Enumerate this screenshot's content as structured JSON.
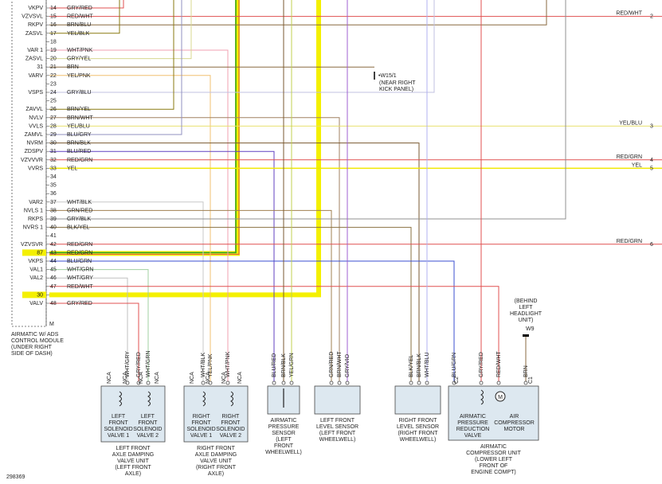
{
  "diagram_id": "298369",
  "module": {
    "caption": [
      "AIRMATIC W/ ADS",
      "CONTROL MODULE",
      "(UNDER RIGHT",
      "SIDE OF DASH)"
    ],
    "pins": [
      {
        "name": "VKPV",
        "num": "14",
        "wire": "GRY/RED"
      },
      {
        "name": "VZVSVL",
        "num": "15",
        "wire": "RED/WHT"
      },
      {
        "name": "RKPV",
        "num": "16",
        "wire": "BRN/BLU"
      },
      {
        "name": "ZASVL",
        "num": "17",
        "wire": "YEL/BLK"
      },
      {
        "name": "",
        "num": "18",
        "wire": ""
      },
      {
        "name": "VAR 1",
        "num": "19",
        "wire": "WHT/PNK"
      },
      {
        "name": "ZASVL",
        "num": "20",
        "wire": "GRY/YEL"
      },
      {
        "name": "31",
        "num": "21",
        "wire": "BRN"
      },
      {
        "name": "VARV",
        "num": "22",
        "wire": "YEL/PNK"
      },
      {
        "name": "",
        "num": "23",
        "wire": ""
      },
      {
        "name": "VSPS",
        "num": "24",
        "wire": "GRY/BLU"
      },
      {
        "name": "",
        "num": "25",
        "wire": ""
      },
      {
        "name": "ZAVVL",
        "num": "26",
        "wire": "BRN/YEL"
      },
      {
        "name": "NVLV",
        "num": "27",
        "wire": "BRN/WHT"
      },
      {
        "name": "VVLS",
        "num": "28",
        "wire": "YEL/BLU"
      },
      {
        "name": "ZAMVL",
        "num": "29",
        "wire": "BLU/GRY"
      },
      {
        "name": "NVRM",
        "num": "30",
        "wire": "BRN/BLK"
      },
      {
        "name": "ZDSPV",
        "num": "31",
        "wire": "BLU/RED"
      },
      {
        "name": "VZVVVR",
        "num": "32",
        "wire": "RED/GRN"
      },
      {
        "name": "VVRS",
        "num": "33",
        "wire": "YEL"
      },
      {
        "name": "",
        "num": "34",
        "wire": ""
      },
      {
        "name": "",
        "num": "35",
        "wire": ""
      },
      {
        "name": "",
        "num": "36",
        "wire": ""
      },
      {
        "name": "VAR2",
        "num": "37",
        "wire": "WHT/BLK"
      },
      {
        "name": "NVLS 1",
        "num": "38",
        "wire": "GRN/RED"
      },
      {
        "name": "RKPS",
        "num": "39",
        "wire": "GRY/BLK"
      },
      {
        "name": "NVRS 1",
        "num": "40",
        "wire": "BLK/YEL"
      },
      {
        "name": "",
        "num": "41",
        "wire": ""
      },
      {
        "name": "VZVSVR",
        "num": "42",
        "wire": "RED/GRN"
      },
      {
        "name": "87",
        "num": "43",
        "wire": "RED/GRN"
      },
      {
        "name": "VKPS",
        "num": "44",
        "wire": "BLU/GRN"
      },
      {
        "name": "VAL1",
        "num": "45",
        "wire": "WHT/GRN"
      },
      {
        "name": "VAL2",
        "num": "46",
        "wire": "WHT/GRY"
      },
      {
        "name": "",
        "num": "47",
        "wire": "RED/WHT"
      },
      {
        "name": "30",
        "num": "",
        "wire": ""
      },
      {
        "name": "VALV",
        "num": "48",
        "wire": "GRY/RED"
      }
    ],
    "connector_letter": "M"
  },
  "ground": {
    "id": "W15/1",
    "caption": [
      "(NEAR RIGHT",
      "KICK PANEL)"
    ]
  },
  "right_edge": [
    {
      "wire": "RED/WHT",
      "num": "2"
    },
    {
      "wire": "YEL/BLU",
      "num": "3"
    },
    {
      "wire": "RED/GRN",
      "num": "4"
    },
    {
      "wire": "YEL",
      "num": "5"
    },
    {
      "wire": "RED/GRN",
      "num": "6"
    }
  ],
  "headlight": {
    "caption": [
      "(BEHIND",
      "LEFT",
      "HEADLIGHT",
      "UNIT)"
    ],
    "id": "W9"
  },
  "components": [
    {
      "caption": [
        "LEFT FRONT",
        "AXLE DAMPING",
        "VALVE UNIT",
        "(LEFT FRONT",
        "AXLE)"
      ],
      "sub": [
        [
          "LEFT",
          "FRONT",
          "SOLENOID",
          "VALVE 1"
        ],
        [
          "LEFT",
          "FRONT",
          "SOLENOID",
          "VALVE 2"
        ]
      ],
      "wires": [
        "WHT/GRY",
        "GRY/RED",
        "WHT/GRN"
      ],
      "pin_tags": [
        "NCA",
        "NCA",
        "NCA",
        "NCA"
      ]
    },
    {
      "caption": [
        "RIGHT FRONT",
        "AXLE DAMPING",
        "VALVE UNIT",
        "(RIGHT FRONT",
        "AXLE)"
      ],
      "sub": [
        [
          "RIGHT",
          "FRONT",
          "SOLENOID",
          "VALVE 1"
        ],
        [
          "RIGHT",
          "FRONT",
          "SOLENOID",
          "VALVE 2"
        ]
      ],
      "wires": [
        "WHT/BLK",
        "YEL/PNK",
        "WHT/PNK"
      ],
      "pin_tags": [
        "NCA",
        "NCA",
        "NCA",
        "NCA"
      ]
    },
    {
      "caption": [
        "AIRMATIC",
        "PRESSURE",
        "SENSOR",
        "(LEFT",
        "FRONT",
        "WHEELWELL)"
      ],
      "wires": [
        "BLU/RED",
        "BRN/BLK",
        "YEL/GRN"
      ]
    },
    {
      "caption": [
        "LEFT FRONT",
        "LEVEL SENSOR",
        "(LEFT FRONT",
        "WHEELWELL)"
      ],
      "wires": [
        "GRN/RED",
        "BRN/WHT",
        "GRY/VIO"
      ]
    },
    {
      "caption": [
        "RIGHT FRONT",
        "LEVEL SENSOR",
        "(RIGHT FRONT",
        "WHEELWELL)"
      ],
      "wires": [
        "BLK/YEL",
        "BRN/BLK",
        "WHT/BLU"
      ]
    },
    {
      "caption": [
        "AIRMATIC",
        "COMPRESSOR UNIT",
        "(LOWER LEFT",
        "FRONT OF",
        "ENGINE COMPT)"
      ],
      "sub": [
        [
          "AIRMATIC",
          "PRESSURE",
          "REDUCTION",
          "VALVE"
        ],
        [
          "AIR",
          "COMPRESSOR",
          "MOTOR"
        ]
      ],
      "wires": [
        "BLU/GRN",
        "GRY/RED",
        "RED/WHT",
        "BRN"
      ],
      "pin_tags": [
        "C2",
        "C1"
      ]
    }
  ],
  "colors": {
    "yel": "#f0e800",
    "red": "#e05050",
    "brn": "#8a6a40",
    "grn": "#2aa02a",
    "blu": "#3b4fd0",
    "gry": "#a8a8a8",
    "vio": "#a060d0",
    "pnk": "#f0a0b0",
    "highlight": "#f4f000",
    "olive": "#8a7a10"
  }
}
